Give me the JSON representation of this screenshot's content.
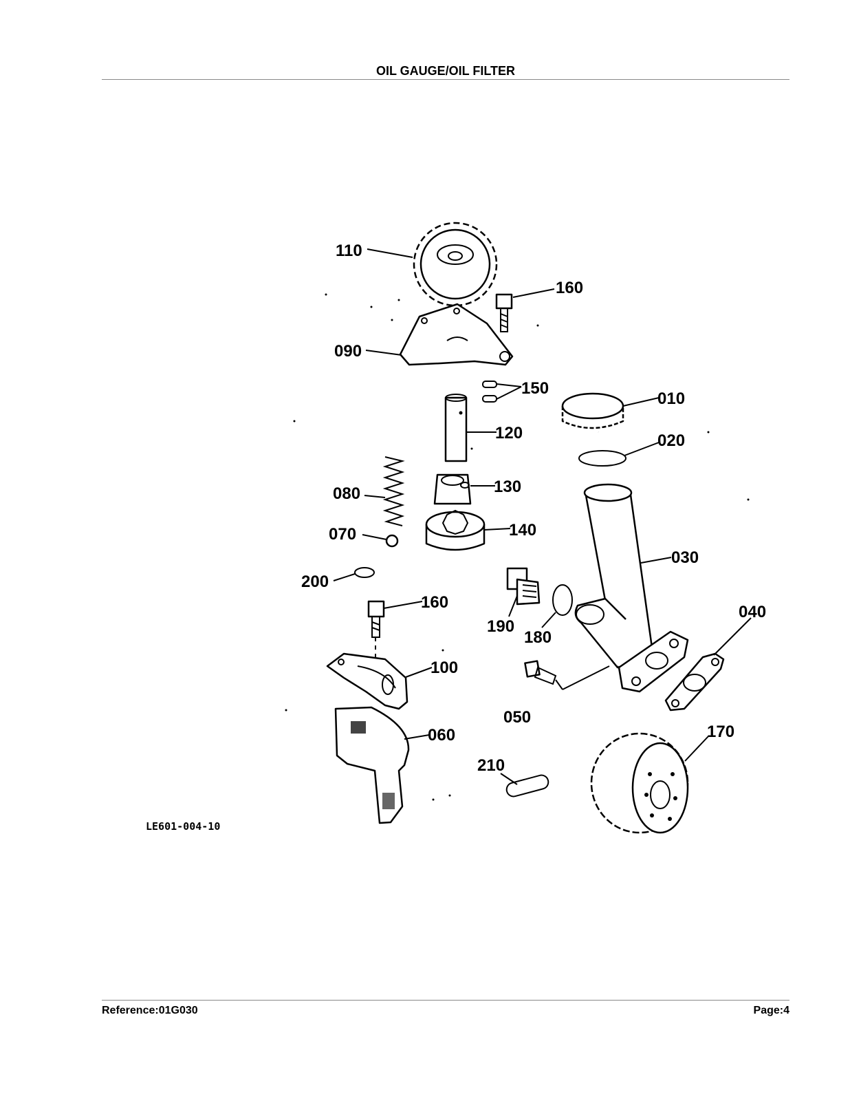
{
  "header": {
    "title": "OIL GAUGE/OIL FILTER"
  },
  "footer": {
    "reference": "Reference:01G030",
    "page": "Page:4"
  },
  "diagram": {
    "code": "LE601-004-10",
    "labels": {
      "p110": "110",
      "p160a": "160",
      "p090": "090",
      "p150": "150",
      "p010": "010",
      "p120": "120",
      "p020": "020",
      "p080": "080",
      "p130": "130",
      "p070": "070",
      "p140": "140",
      "p030": "030",
      "p200": "200",
      "p160b": "160",
      "p190": "190",
      "p180": "180",
      "p040": "040",
      "p100": "100",
      "p050": "050",
      "p060": "060",
      "p170": "170",
      "p210": "210"
    }
  }
}
